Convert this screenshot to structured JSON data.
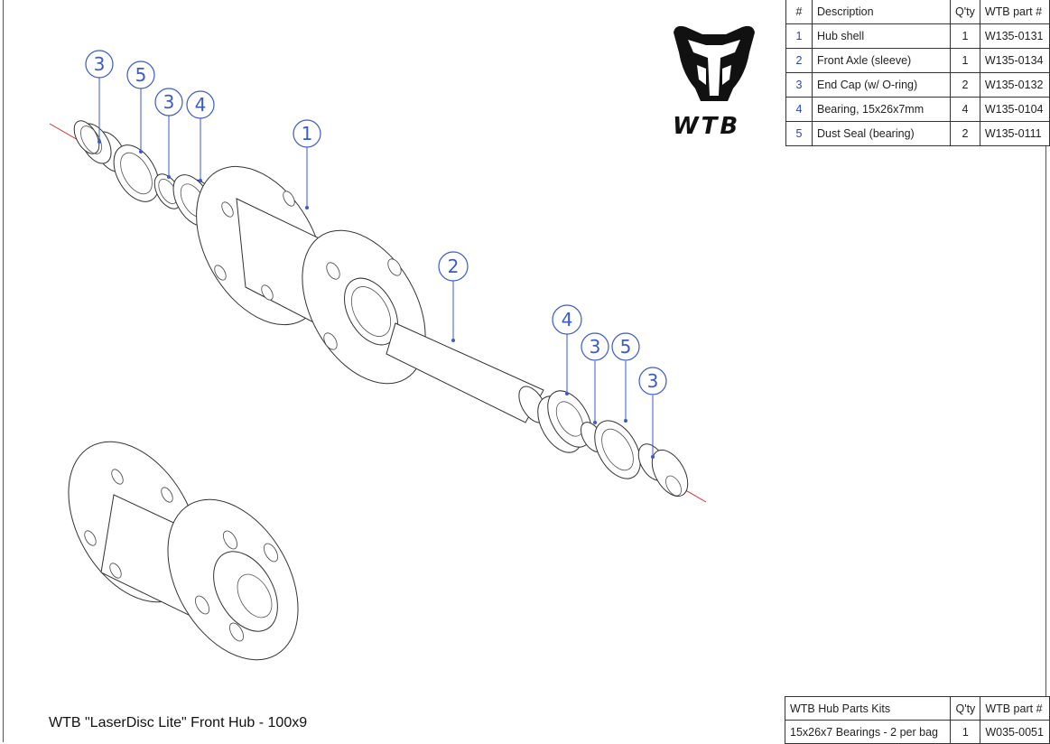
{
  "title": "WTB \"LaserDisc Lite\" Front Hub - 100x9",
  "logo": {
    "text": "WTB",
    "icon": "wtb-bull-logo"
  },
  "parts_table": {
    "headers": [
      "#",
      "Description",
      "Q'ty",
      "WTB part #"
    ],
    "rows": [
      {
        "num": "1",
        "description": "Hub shell",
        "qty": "1",
        "part_no": "W135-0131"
      },
      {
        "num": "2",
        "description": "Front Axle (sleeve)",
        "qty": "1",
        "part_no": "W135-0134"
      },
      {
        "num": "3",
        "description": "End Cap (w/ O-ring)",
        "qty": "2",
        "part_no": "W135-0132"
      },
      {
        "num": "4",
        "description": "Bearing, 15x26x7mm",
        "qty": "4",
        "part_no": "W135-0104"
      },
      {
        "num": "5",
        "description": "Dust Seal (bearing)",
        "qty": "2",
        "part_no": "W135-0111"
      }
    ]
  },
  "kits_table": {
    "headers": [
      "WTB Hub Parts Kits",
      "Q'ty",
      "WTB part #"
    ],
    "rows": [
      {
        "description": "15x26x7 Bearings - 2 per bag",
        "qty": "1",
        "part_no": "W035-0051"
      }
    ]
  },
  "callouts": [
    "3",
    "5",
    "3",
    "4",
    "1",
    "2",
    "4",
    "3",
    "5",
    "3"
  ],
  "colors": {
    "callout": "#3b5bc8",
    "axis": "#d9282f",
    "line": "#333333"
  }
}
